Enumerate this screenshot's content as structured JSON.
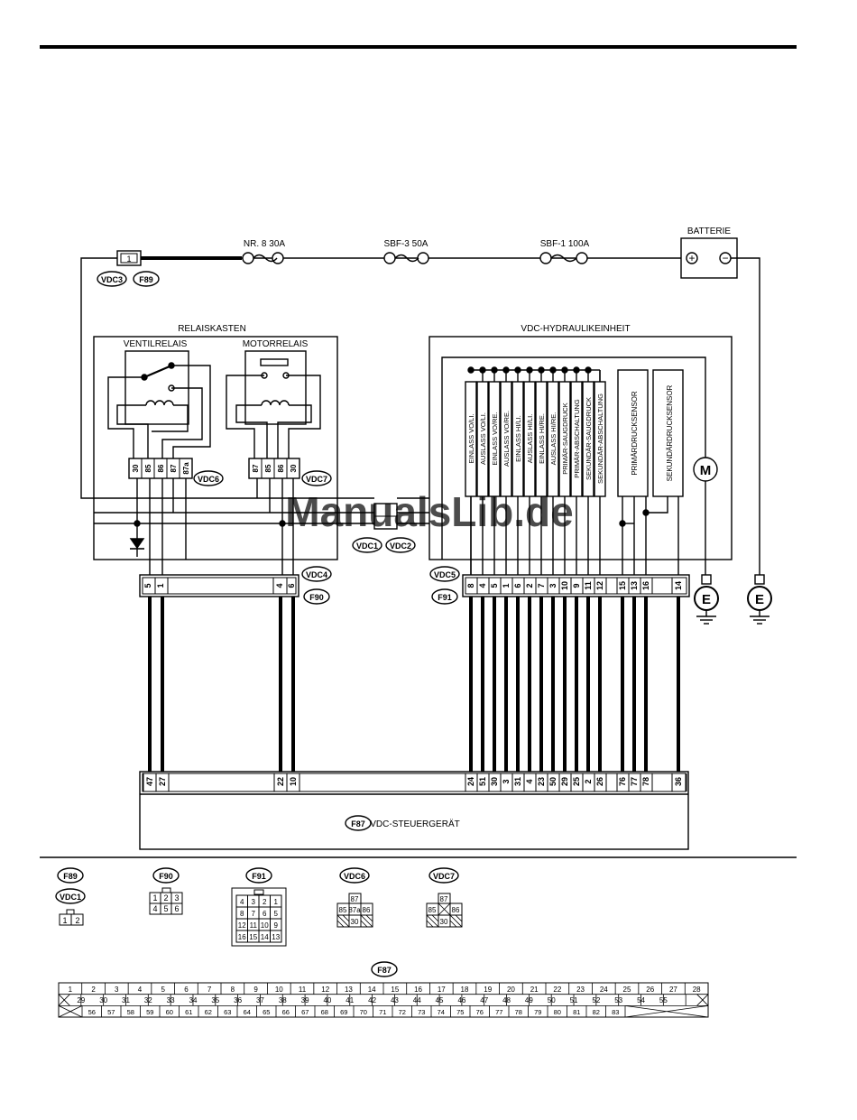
{
  "supply": {
    "fuse_nr8": "NR. 8 30A",
    "fuse_sbf3": "SBF-3 50A",
    "fuse_sbf1": "SBF-1 100A",
    "battery": "BATTERIE",
    "battery_plus": "+",
    "battery_minus": "−",
    "conn_vdc3_pin": "1",
    "conn_vdc3": "VDC3",
    "conn_f89": "F89"
  },
  "relay_box": {
    "title": "RELAISKASTEN",
    "valve_relay": "VENTILRELAIS",
    "motor_relay": "MOTORRELAIS",
    "vdc6_label": "VDC6",
    "vdc6_pins": [
      "30",
      "85",
      "86",
      "87",
      "87a"
    ],
    "vdc7_label": "VDC7",
    "vdc7_pins": [
      "87",
      "85",
      "86",
      "30"
    ]
  },
  "joint": {
    "vdc1": "VDC1",
    "vdc2": "VDC2"
  },
  "left_connector": {
    "vdc4": "VDC4",
    "f90": "F90",
    "pins": [
      "5",
      "1",
      "4",
      "6"
    ]
  },
  "hydraulic_unit": {
    "title": "VDC-HYDRAULIKEINHEIT",
    "valves": [
      "EINLASS VO/LI.",
      "AUSLASS VO/LI.",
      "EINLASS VO/RE.",
      "AUSLASS VO/RE.",
      "EINLASS HI/LI.",
      "AUSLASS HI/LI.",
      "EINLASS HI/RE.",
      "AUSLASS HI/RE.",
      "PRIMÄR-SAUGDRUCK",
      "PRIMÄR-ABSCHALTUNG",
      "SEKUNDÄR-SAUGDRUCK",
      "SEKUNDÄR-ABSCHALTUNG"
    ],
    "primary_sensor": "PRIMÄRDRUCKSENSOR",
    "secondary_sensor": "SEKUNDÄRDRUCKSENSOR",
    "motor": "M",
    "ground": "E"
  },
  "right_connector": {
    "vdc5": "VDC5",
    "f91": "F91",
    "pins": [
      "8",
      "4",
      "5",
      "1",
      "6",
      "2",
      "7",
      "3",
      "10",
      "9",
      "11",
      "12",
      "15",
      "13",
      "16",
      "14"
    ]
  },
  "ecu": {
    "label": "VDC-STEUERGERÄT",
    "conn": "F87",
    "pins_left": [
      "47",
      "27",
      "22",
      "10"
    ],
    "pins_right": [
      "24",
      "51",
      "30",
      "3",
      "31",
      "4",
      "23",
      "50",
      "29",
      "25",
      "2",
      "26",
      "76",
      "77",
      "78",
      "36"
    ]
  },
  "watermark": "ManualsLib.de",
  "connector_views": {
    "f89": "F89",
    "vdc1": "VDC1",
    "f89_cells": [
      "1",
      "2"
    ],
    "f90": "F90",
    "f90_rows": [
      [
        "1",
        "2",
        "3"
      ],
      [
        "4",
        "5",
        "6"
      ]
    ],
    "f91": "F91",
    "f91_rows": [
      [
        "4",
        "3",
        "2",
        "1"
      ],
      [
        "8",
        "7",
        "6",
        "5"
      ],
      [
        "12",
        "11",
        "10",
        "9"
      ],
      [
        "16",
        "15",
        "14",
        "13"
      ]
    ],
    "vdc6": "VDC6",
    "vdc6_top": "87",
    "vdc6_mid": [
      "85",
      "87a",
      "86"
    ],
    "vdc6_bot": "30",
    "vdc7": "VDC7",
    "vdc7_top": "87",
    "vdc7_mid": [
      "85",
      "86"
    ],
    "vdc7_bot": "30",
    "f87": "F87",
    "f87_row1": [
      "1",
      "2",
      "3",
      "4",
      "5",
      "6",
      "7",
      "8",
      "9",
      "10",
      "11",
      "12",
      "13",
      "14",
      "15",
      "16",
      "17",
      "18",
      "19",
      "20",
      "21",
      "22",
      "23",
      "24",
      "25",
      "26",
      "27",
      "28"
    ],
    "f87_row2": [
      "29",
      "30",
      "31",
      "32",
      "33",
      "34",
      "35",
      "36",
      "37",
      "38",
      "39",
      "40",
      "41",
      "42",
      "43",
      "44",
      "45",
      "46",
      "47",
      "48",
      "49",
      "50",
      "51",
      "52",
      "53",
      "54",
      "55"
    ],
    "f87_row3": [
      "56",
      "57",
      "58",
      "59",
      "60",
      "61",
      "62",
      "63",
      "64",
      "65",
      "66",
      "67",
      "68",
      "69",
      "70",
      "71",
      "72",
      "73",
      "74",
      "75",
      "76",
      "77",
      "78",
      "79",
      "80",
      "81",
      "82",
      "83"
    ]
  }
}
